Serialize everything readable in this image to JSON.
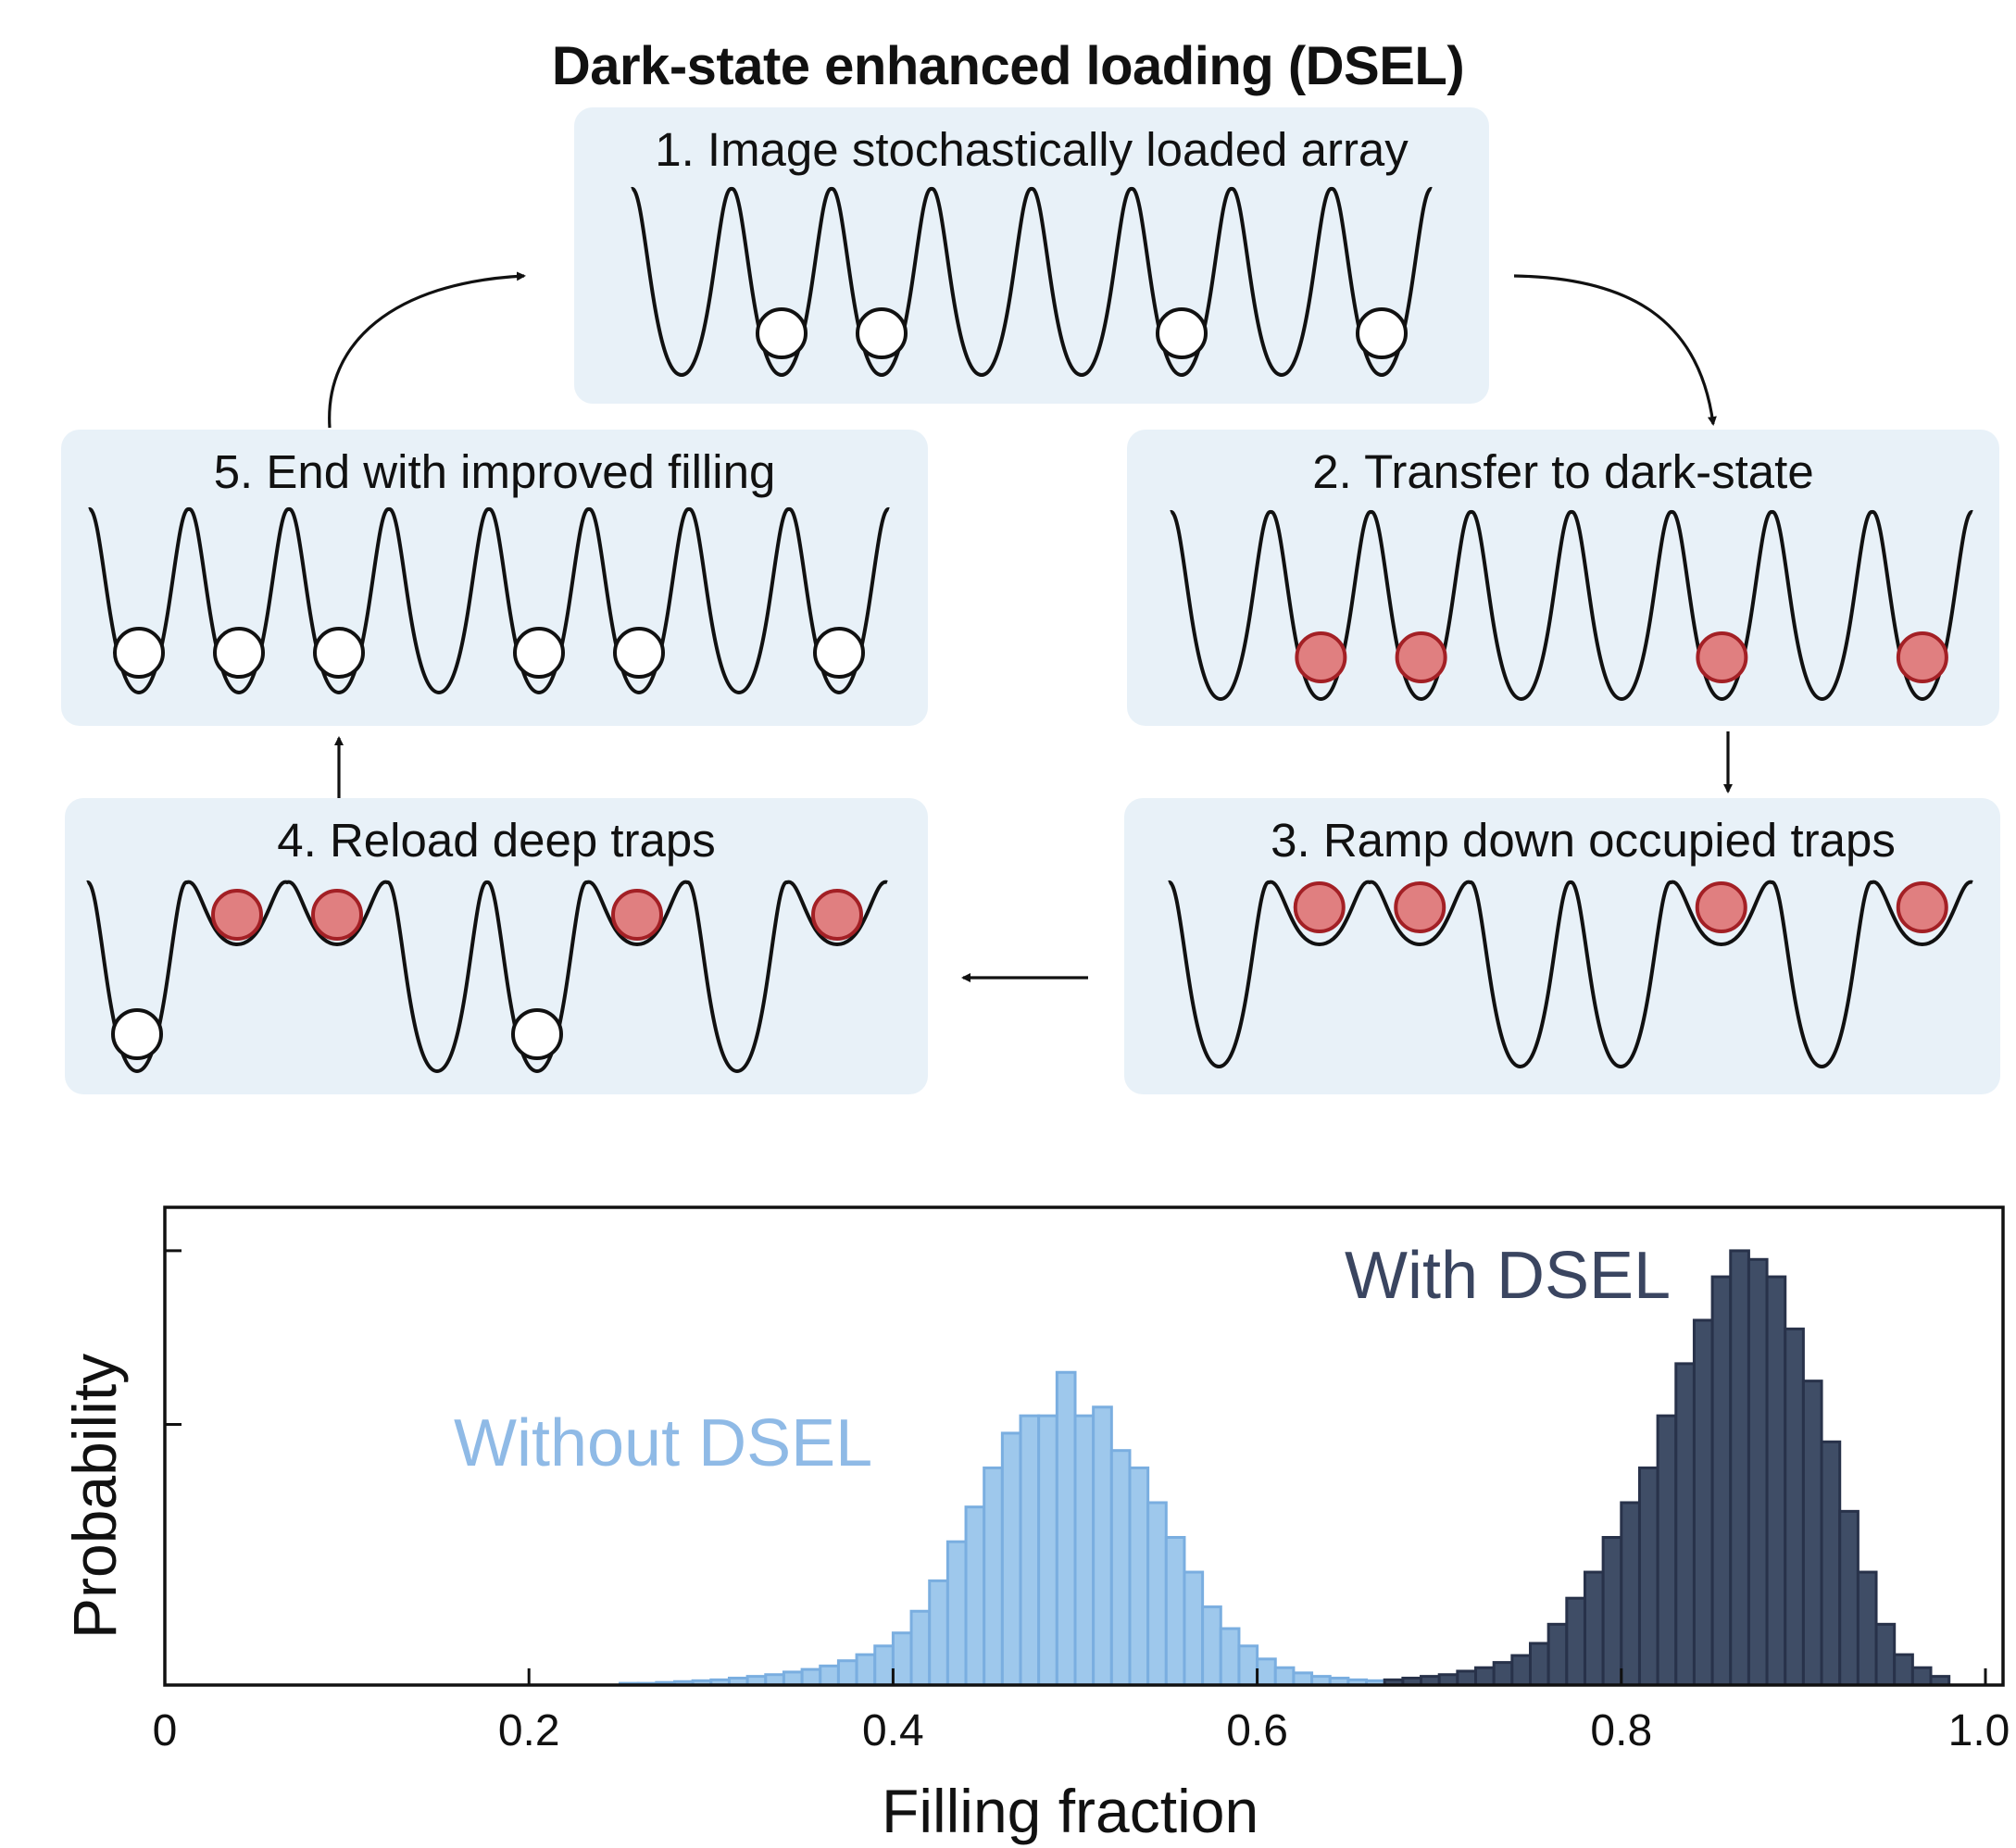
{
  "title": "Dark-state enhanced loading (DSEL)",
  "steps": [
    {
      "label": "1. Image stochastically loaded array"
    },
    {
      "label": "2. Transfer to dark-state"
    },
    {
      "label": "3. Ramp down occupied traps"
    },
    {
      "label": "4. Reload deep traps"
    },
    {
      "label": "5. End with improved filling"
    }
  ],
  "colors": {
    "panel_bg": "#e8f1f8",
    "atom_bright_fill": "#ffffff",
    "atom_dark_fill": "#e07f80",
    "atom_dark_stroke": "#a32025",
    "without_fill": "#9ec8ec",
    "without_stroke": "#7aaee0",
    "with_fill": "#3f4d66",
    "with_stroke": "#28324a",
    "without_label": "#8fbae6",
    "with_label": "#3a4560"
  },
  "chart_data": {
    "type": "bar",
    "xlabel": "Filling fraction",
    "ylabel": "Probability",
    "xlim": [
      0,
      1.0
    ],
    "x_ticks": [
      "0",
      "0.2",
      "0.4",
      "0.6",
      "0.8",
      "1.0"
    ],
    "y_tick_labels_shown": false,
    "series": [
      {
        "name": "Without DSEL",
        "bin_start": 0.25,
        "bin_width": 0.01,
        "values": [
          0.002,
          0.002,
          0.003,
          0.004,
          0.005,
          0.006,
          0.008,
          0.01,
          0.012,
          0.015,
          0.018,
          0.022,
          0.028,
          0.035,
          0.045,
          0.06,
          0.085,
          0.12,
          0.165,
          0.205,
          0.25,
          0.29,
          0.31,
          0.31,
          0.36,
          0.31,
          0.32,
          0.27,
          0.25,
          0.21,
          0.17,
          0.13,
          0.09,
          0.065,
          0.045,
          0.03,
          0.02,
          0.014,
          0.01,
          0.008,
          0.006,
          0.005
        ]
      },
      {
        "name": "With DSEL",
        "bin_start": 0.67,
        "bin_width": 0.01,
        "values": [
          0.006,
          0.008,
          0.01,
          0.012,
          0.016,
          0.02,
          0.026,
          0.034,
          0.048,
          0.07,
          0.1,
          0.13,
          0.17,
          0.21,
          0.25,
          0.31,
          0.37,
          0.42,
          0.47,
          0.5,
          0.49,
          0.47,
          0.41,
          0.35,
          0.28,
          0.2,
          0.13,
          0.07,
          0.035,
          0.02,
          0.01
        ]
      }
    ],
    "ylim": [
      0,
      0.55
    ]
  }
}
